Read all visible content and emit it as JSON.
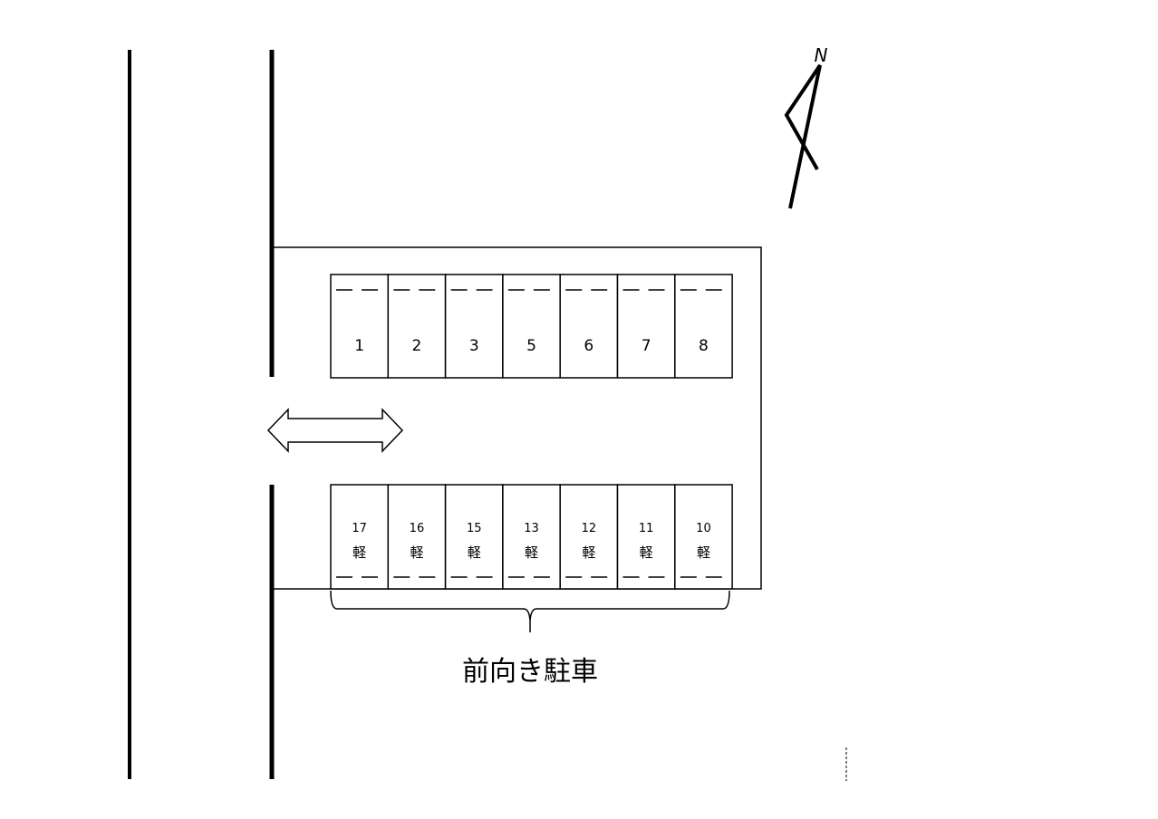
{
  "compass": {
    "label": "N",
    "icon": "north-arrow-icon"
  },
  "entrance": {
    "icon": "double-headed-arrow-icon"
  },
  "top_row": {
    "stalls": [
      {
        "number": "1"
      },
      {
        "number": "2"
      },
      {
        "number": "3"
      },
      {
        "number": "5"
      },
      {
        "number": "6"
      },
      {
        "number": "7"
      },
      {
        "number": "8"
      }
    ]
  },
  "bottom_row": {
    "stalls": [
      {
        "number": "17",
        "type": "軽"
      },
      {
        "number": "16",
        "type": "軽"
      },
      {
        "number": "15",
        "type": "軽"
      },
      {
        "number": "13",
        "type": "軽"
      },
      {
        "number": "12",
        "type": "軽"
      },
      {
        "number": "11",
        "type": "軽"
      },
      {
        "number": "10",
        "type": "軽"
      }
    ]
  },
  "annotation": {
    "label": "前向き駐車"
  },
  "colors": {
    "line": "#000000",
    "background": "#ffffff"
  }
}
